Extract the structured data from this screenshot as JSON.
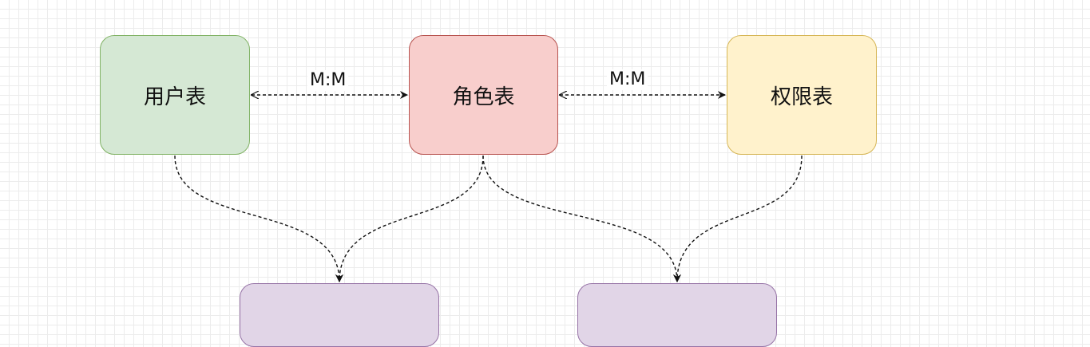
{
  "diagram": {
    "nodes": {
      "user": {
        "label": "用户表",
        "fill": "#d5e8d4",
        "stroke": "#82b366"
      },
      "role": {
        "label": "角色表",
        "fill": "#f8cecc",
        "stroke": "#b85450"
      },
      "perm": {
        "label": "权限表",
        "fill": "#fff2cc",
        "stroke": "#d6b656"
      },
      "user_role": {
        "label": "",
        "fill": "#e1d5e7",
        "stroke": "#9673a6"
      },
      "role_perm": {
        "label": "",
        "fill": "#e1d5e7",
        "stroke": "#9673a6"
      }
    },
    "edges": {
      "user_role_label": "M:M",
      "role_perm_label": "M:M"
    },
    "edge_color": "#111111"
  }
}
